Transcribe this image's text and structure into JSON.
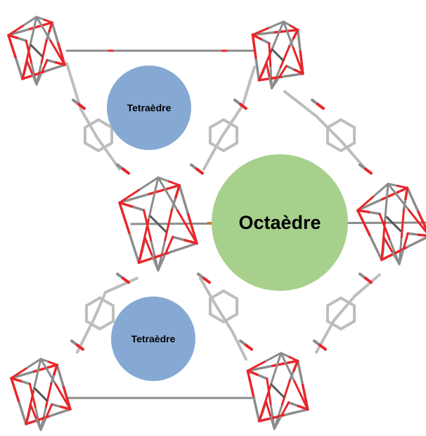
{
  "labels": {
    "tetra_top": "Tetraèdre",
    "octa": "Octaèdre",
    "tetra_bottom": "Tetraèdre"
  },
  "colors": {
    "tetra_fill": "#86a9d3",
    "octa_fill": "#a8d08d",
    "oxygen": "#e8262a",
    "metal": "#8c8c8c",
    "carbon": "#bdbdbd",
    "dark_bond": "#555555"
  }
}
